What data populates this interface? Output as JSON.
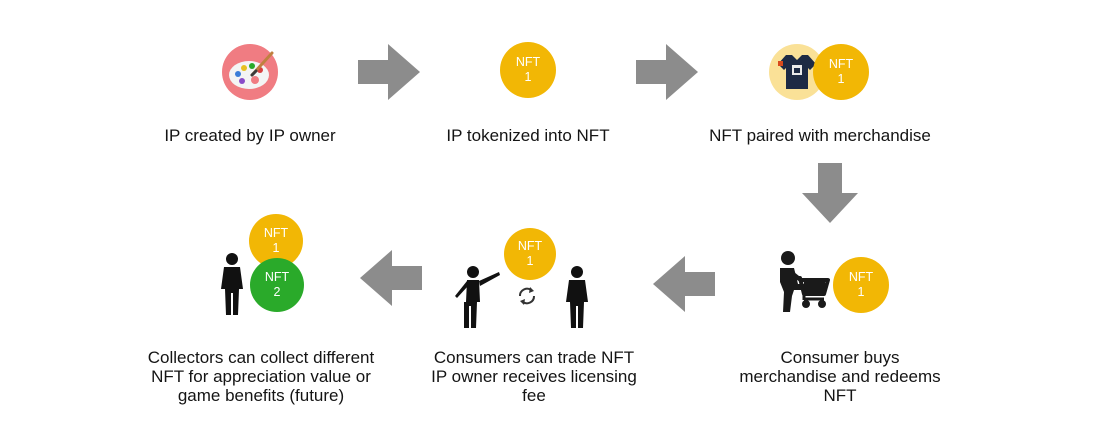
{
  "colors": {
    "nft_gold": "#f2b705",
    "nft_green": "#2aaa2a",
    "arrow_gray": "#8c8c8c",
    "palette_pink": "#f07c82"
  },
  "icons": [
    "palette-icon",
    "tshirt-icon",
    "shopping-cart-person-icon",
    "person-icon",
    "swap-cycle-icon",
    "arrow-right-icon",
    "arrow-down-icon",
    "arrow-left-icon"
  ],
  "steps": {
    "s1": {
      "caption": "IP created by IP owner"
    },
    "s2": {
      "caption": "IP tokenized into NFT",
      "coin": {
        "top": "NFT",
        "bottom": "1"
      }
    },
    "s3": {
      "caption": "NFT paired with merchandise",
      "coin": {
        "top": "NFT",
        "bottom": "1"
      }
    },
    "s4": {
      "caption_lines": [
        "Consumer buys",
        "merchandise and redeems",
        "NFT"
      ],
      "coin": {
        "top": "NFT",
        "bottom": "1"
      }
    },
    "s5": {
      "caption_lines": [
        "Consumers can trade NFT",
        "IP owner receives licensing",
        "fee"
      ],
      "coin": {
        "top": "NFT",
        "bottom": "1"
      }
    },
    "s6": {
      "caption_lines": [
        "Collectors can collect different",
        "NFT for appreciation value or",
        "game benefits (future)"
      ],
      "coin1": {
        "top": "NFT",
        "bottom": "1"
      },
      "coin2": {
        "top": "NFT",
        "bottom": "2"
      }
    }
  }
}
